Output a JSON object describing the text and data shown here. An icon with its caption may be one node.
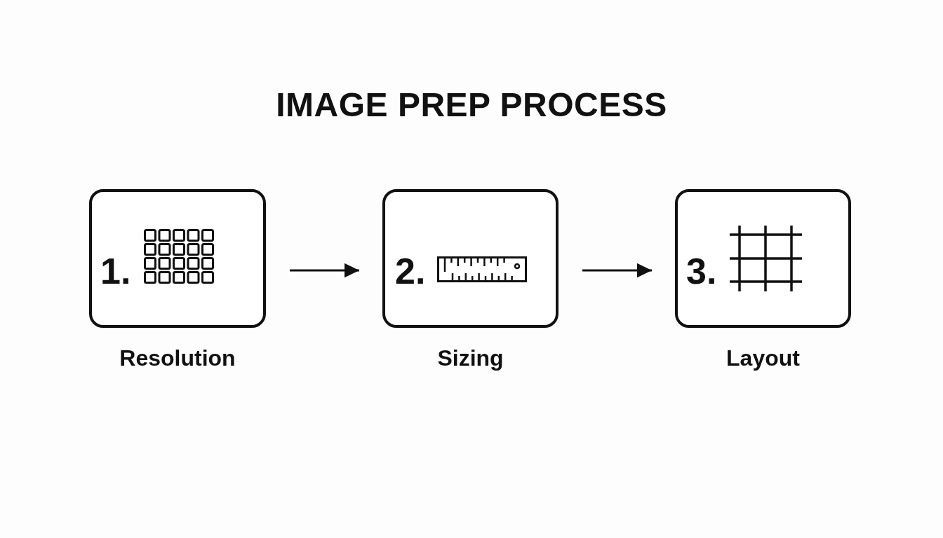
{
  "diagram": {
    "title": "IMAGE PREP PROCESS",
    "nodes": [
      {
        "text": [
          "1."
        ],
        "beside": [
          "Resolution"
        ]
      },
      {
        "text": [
          "2."
        ],
        "beside": [
          "Sizing"
        ]
      },
      {
        "text": [
          "3."
        ],
        "beside": [
          "Layout"
        ]
      }
    ],
    "edges": [
      {
        "from": 0,
        "to": 1,
        "arrow": "to"
      },
      {
        "from": 1,
        "to": 2,
        "arrow": "to"
      }
    ]
  }
}
